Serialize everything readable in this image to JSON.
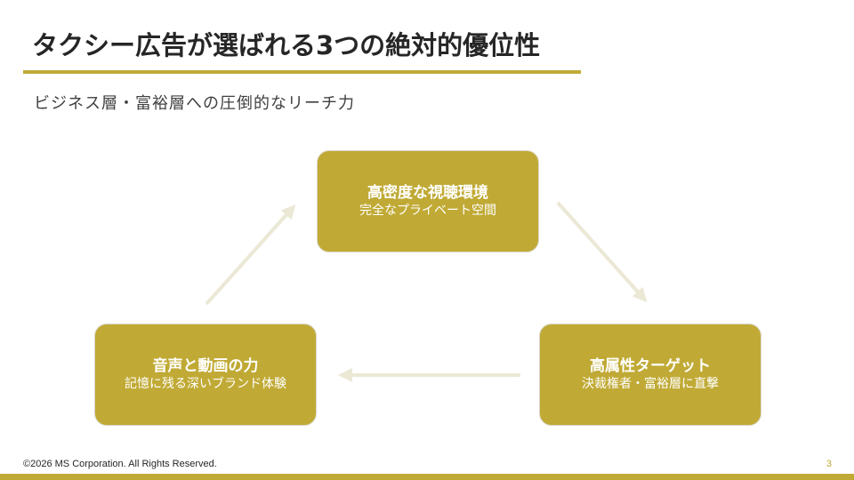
{
  "title": "タクシー広告が選ばれる3つの絶対的優位性",
  "subtitle": "ビジネス層・富裕層への圧倒的なリーチ力",
  "cards": [
    {
      "heading": "高密度な視聴環境",
      "desc": "完全なプライベート空間"
    },
    {
      "heading": "高属性ターゲット",
      "desc": "決裁権者・富裕層に直撃"
    },
    {
      "heading": "音声と動画の力",
      "desc": "記憶に残る深いブランド体験"
    }
  ],
  "footer": {
    "copyright": "©2026 MS Corporation. All Rights Reserved.",
    "page": "3"
  },
  "colors": {
    "accent": "#C0AA35",
    "arrow": "#EBE8D5"
  }
}
